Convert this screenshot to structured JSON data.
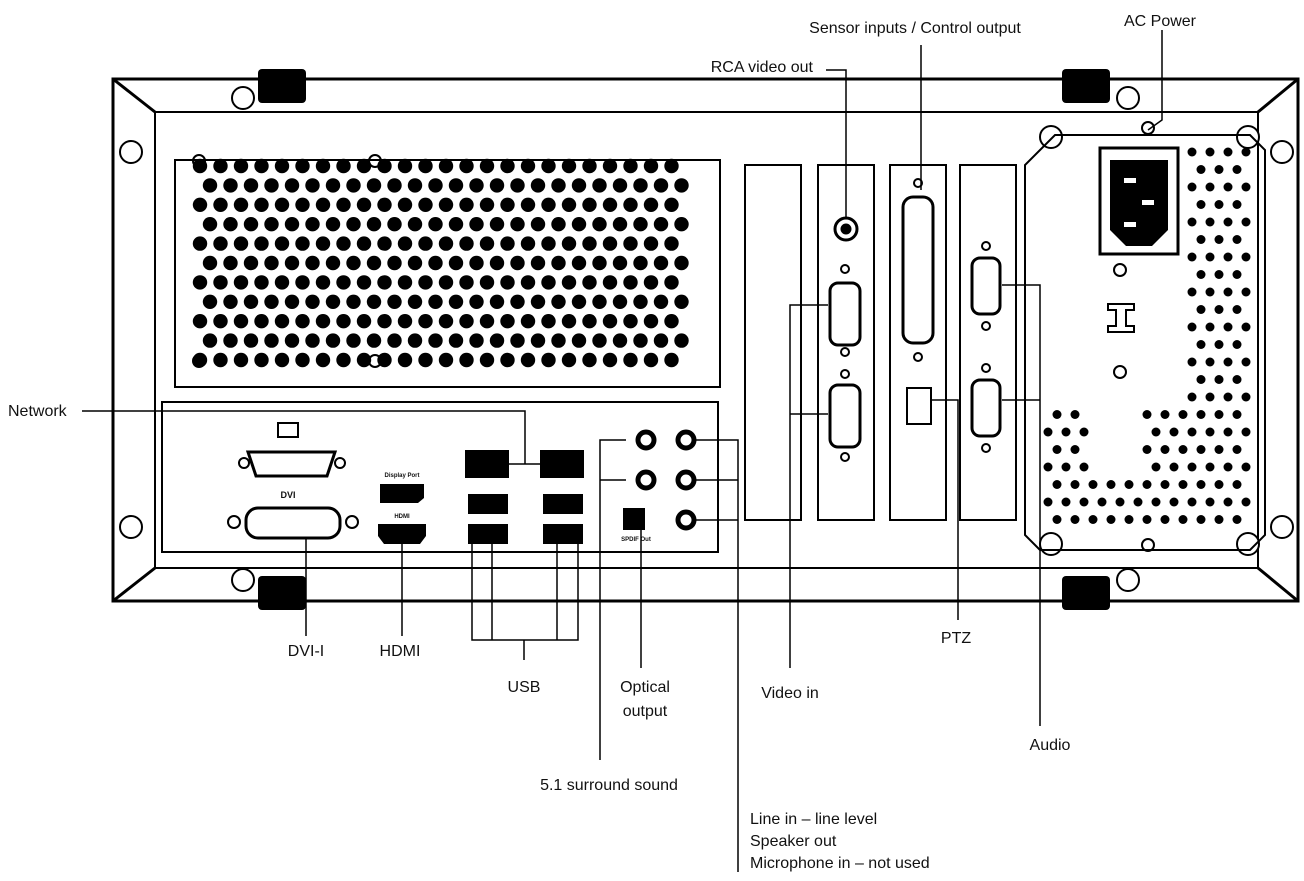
{
  "diagram": {
    "labels": {
      "ac_power": "AC Power",
      "sensor_control": "Sensor inputs / Control output",
      "rca_video_out": "RCA video out",
      "network": "Network",
      "dvi_i": "DVI-I",
      "hdmi": "HDMI",
      "usb": "USB",
      "optical_output_line1": "Optical",
      "optical_output_line2": "output",
      "surround_sound": "5.1 surround sound",
      "video_in": "Video in",
      "ptz": "PTZ",
      "audio": "Audio",
      "line_in": "Line in – line level",
      "speaker_out": "Speaker out",
      "microphone_in": "Microphone in – not used"
    },
    "port_markings": {
      "dvi": "DVI",
      "display_port": "Display Port",
      "hdmi": "HDMI",
      "spdif_out": "SPDIF Out"
    }
  }
}
